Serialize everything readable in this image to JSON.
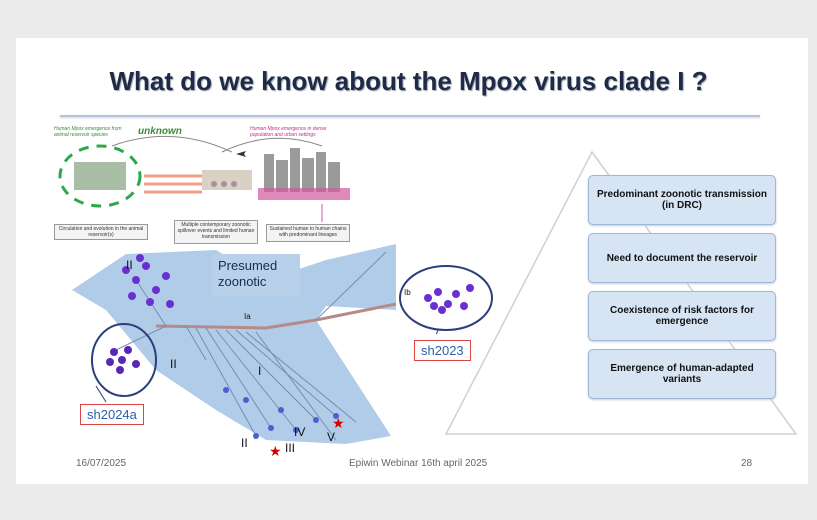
{
  "slide": {
    "title": "What do we know about the Mpox virus clade I ?",
    "footer": {
      "date": "16/07/2025",
      "center": "Epiwin Webinar 16th april 2025",
      "page": "28"
    }
  },
  "diagram": {
    "left_caption": "Human Mpox emergence from animal reservoir species",
    "unknown": "unknown",
    "right_caption": "Human Mpox emergence in dense population and urban settings",
    "box1": "Circulation and evolution in the animal reservoir(s)",
    "box2": "Multiple contemporary zoonotic spillover events and limited human transmission",
    "box3": "Sustained human to human chains with predominant lineages"
  },
  "tree": {
    "presumed": "Presumed zoonotic",
    "sh2023": "sh2023",
    "sh2024a": "sh2024a",
    "labels": {
      "ii_top": "II",
      "ii_mid": "II",
      "ii_bottom": "II",
      "i": "I",
      "iii": "III",
      "iv": "IV",
      "v": "V",
      "ia": "Ia",
      "ib": "Ib"
    }
  },
  "pyramid": {
    "boxes": [
      "Predominant zoonotic transmission (in DRC)",
      "Need to document the reservoir",
      "Coexistence of risk factors for emergence",
      "Emergence of human-adapted variants"
    ]
  },
  "colors": {
    "tree_fill": "#a9c6e6",
    "node_purple": "#6a2fd0",
    "circle": "#2b3f7a",
    "box_fill": "#d7e4f3"
  }
}
